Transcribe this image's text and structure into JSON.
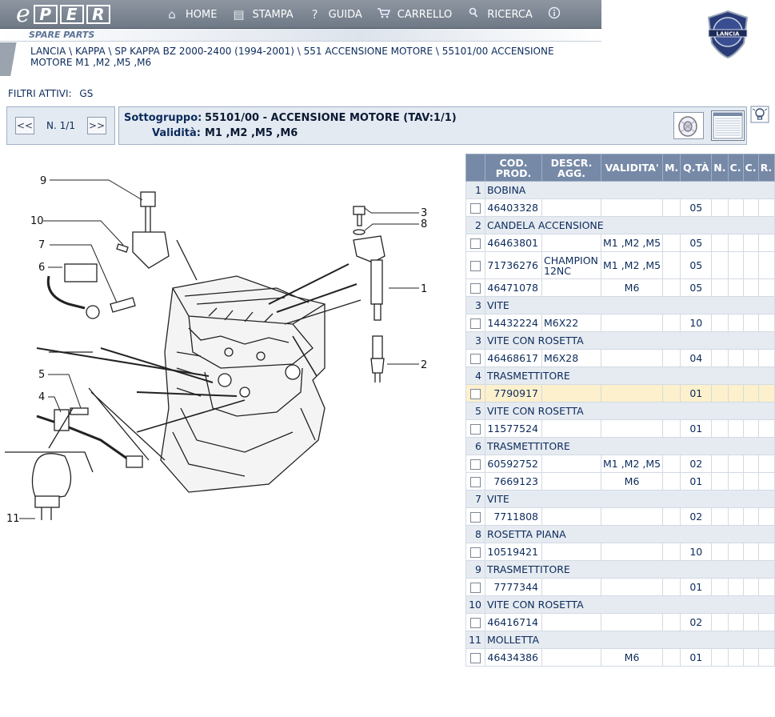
{
  "app": {
    "logo_box_letters": [
      "P",
      "E",
      "R"
    ],
    "subtitle": "SPARE PARTS",
    "brand_logo_text": "LANCIA"
  },
  "nav": [
    {
      "icon": "home-icon",
      "label": "HOME"
    },
    {
      "icon": "print-icon",
      "label": "STAMPA"
    },
    {
      "icon": "help-icon",
      "label": "GUIDA"
    },
    {
      "icon": "cart-icon",
      "label": "CARRELLO"
    },
    {
      "icon": "search-icon",
      "label": "RICERCA"
    },
    {
      "icon": "info-icon",
      "label": ""
    }
  ],
  "breadcrumb": "LANCIA \\ KAPPA \\ SP KAPPA BZ 2000-2400 (1994-2001) \\ 551 ACCENSIONE MOTORE \\ 55101/00 ACCENSIONE MOTORE M1 ,M2 ,M5 ,M6",
  "filters": {
    "label": "FILTRI ATTIVI:",
    "value": "GS"
  },
  "pager": {
    "prev": "<<",
    "next": ">>",
    "page": "N. 1/1"
  },
  "subgroup": {
    "label": "Sottogruppo:",
    "value": "55101/00 - ACCENSIONE MOTORE (TAV:1/1)",
    "validity_label": "Validità:",
    "validity_value": "M1 ,M2 ,M5 ,M6"
  },
  "drawing_callouts": [
    "9",
    "10",
    "7",
    "6",
    "5",
    "4",
    "11",
    "3",
    "8",
    "1",
    "2"
  ],
  "table": {
    "headers": [
      "",
      "COD. PROD.",
      "DESCR. AGG.",
      "VALIDITA'",
      "M.",
      "Q.TÀ",
      "N.",
      "C.",
      "C.",
      "R."
    ],
    "groups": [
      {
        "num": "1",
        "name": "BOBINA",
        "rows": [
          {
            "code": "46403328",
            "descr": "",
            "validity": "",
            "qta": "05"
          }
        ]
      },
      {
        "num": "2",
        "name": "CANDELA ACCENSIONE",
        "rows": [
          {
            "code": "46463801",
            "descr": "",
            "validity": "M1 ,M2 ,M5",
            "qta": "05"
          },
          {
            "code": "71736276",
            "descr": "CHAMPION 12NC",
            "validity": "M1 ,M2 ,M5",
            "qta": "05"
          },
          {
            "code": "46471078",
            "descr": "",
            "validity": "M6",
            "qta": "05"
          }
        ]
      },
      {
        "num": "3",
        "name": "VITE",
        "rows": [
          {
            "code": "14432224",
            "descr": "M6X22",
            "validity": "",
            "qta": "10"
          }
        ]
      },
      {
        "num": "3",
        "name": "VITE CON ROSETTA",
        "rows": [
          {
            "code": "46468617",
            "descr": "M6X28",
            "validity": "",
            "qta": "04"
          }
        ]
      },
      {
        "num": "4",
        "name": "TRASMETTITORE",
        "rows": [
          {
            "code": "7790917",
            "descr": "",
            "validity": "",
            "qta": "01",
            "highlight": true
          }
        ]
      },
      {
        "num": "5",
        "name": "VITE CON ROSETTA",
        "rows": [
          {
            "code": "11577524",
            "descr": "",
            "validity": "",
            "qta": "01"
          }
        ]
      },
      {
        "num": "6",
        "name": "TRASMETTITORE",
        "rows": [
          {
            "code": "60592752",
            "descr": "",
            "validity": "M1 ,M2 ,M5",
            "qta": "02"
          },
          {
            "code": "7669123",
            "descr": "",
            "validity": "M6",
            "qta": "01"
          }
        ]
      },
      {
        "num": "7",
        "name": "VITE",
        "rows": [
          {
            "code": "7711808",
            "descr": "",
            "validity": "",
            "qta": "02"
          }
        ]
      },
      {
        "num": "8",
        "name": "ROSETTA PIANA",
        "rows": [
          {
            "code": "10519421",
            "descr": "",
            "validity": "",
            "qta": "10"
          }
        ]
      },
      {
        "num": "9",
        "name": "TRASMETTITORE",
        "rows": [
          {
            "code": "7777344",
            "descr": "",
            "validity": "",
            "qta": "01"
          }
        ]
      },
      {
        "num": "10",
        "name": "VITE CON ROSETTA",
        "rows": [
          {
            "code": "46416714",
            "descr": "",
            "validity": "",
            "qta": "02"
          }
        ]
      },
      {
        "num": "11",
        "name": "MOLLETTA",
        "rows": [
          {
            "code": "46434386",
            "descr": "",
            "validity": "M6",
            "qta": "01"
          }
        ]
      }
    ]
  },
  "colors": {
    "header_bg": "#7689a7",
    "group_bg": "#e6ebf1",
    "highlight_bg": "#fdf0cc",
    "text": "#0b2a5b"
  }
}
